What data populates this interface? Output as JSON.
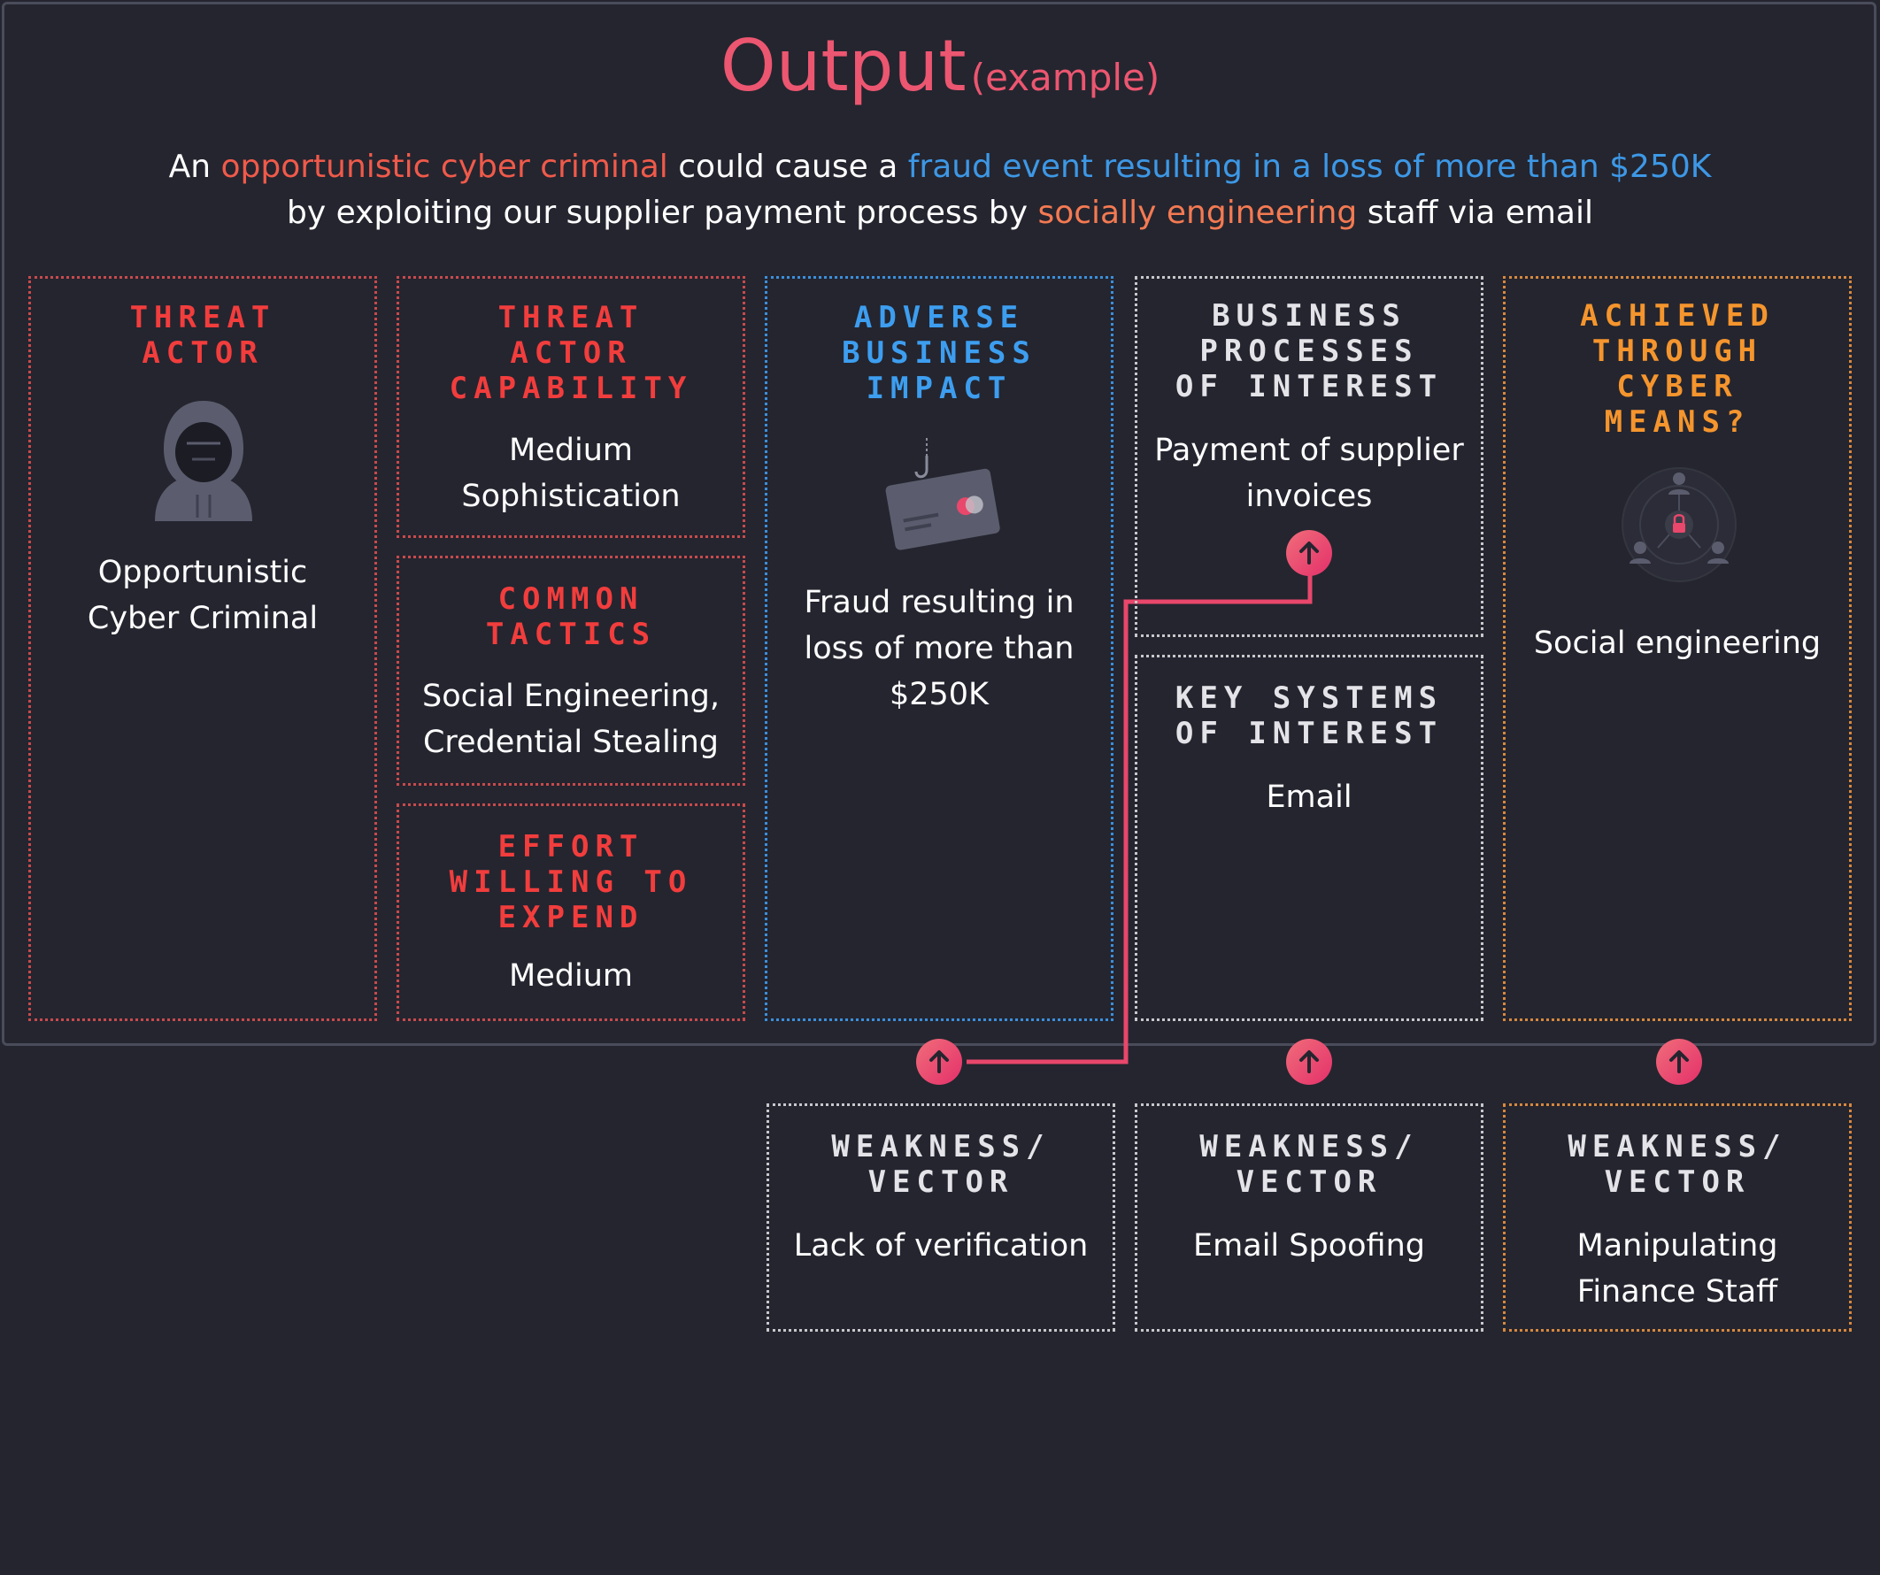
{
  "title": {
    "main": "Output",
    "sub": "(example)"
  },
  "sentence": {
    "p1": "An ",
    "actor": "opportunistic cyber criminal",
    "p2": " could cause a ",
    "impact": "fraud event resulting in a loss of more than $250K",
    "p3": "by exploiting our supplier payment process by ",
    "means": "socially engineering",
    "p4": " staff via email"
  },
  "threat_actor": {
    "heading": [
      "THREAT",
      "ACTOR"
    ],
    "value": [
      "Opportunistic",
      "Cyber Criminal"
    ],
    "icon": "hooded-hacker-icon"
  },
  "capability": {
    "heading": [
      "THREAT",
      "ACTOR",
      "CAPABILITY"
    ],
    "value": [
      "Medium",
      "Sophistication"
    ]
  },
  "tactics": {
    "heading": [
      "COMMON",
      "TACTICS"
    ],
    "value": [
      "Social Engineering,",
      "Credential Stealing"
    ]
  },
  "effort": {
    "heading": [
      "EFFORT",
      "WILLING TO",
      "EXPEND"
    ],
    "value": "Medium"
  },
  "impact": {
    "heading": [
      "ADVERSE",
      "BUSINESS",
      "IMPACT"
    ],
    "value": [
      "Fraud resulting in",
      "loss of more than",
      "$250K"
    ],
    "icon": "phishing-credit-card-icon"
  },
  "processes": {
    "heading": [
      "BUSINESS",
      "PROCESSES",
      "OF INTEREST"
    ],
    "value": [
      "Payment of supplier",
      "invoices"
    ]
  },
  "systems": {
    "heading": [
      "KEY SYSTEMS",
      "OF INTEREST"
    ],
    "value": "Email"
  },
  "means": {
    "heading": [
      "ACHIEVED",
      "THROUGH",
      "CYBER",
      "MEANS?"
    ],
    "value": "Social engineering",
    "icon": "people-network-lock-icon"
  },
  "weaknesses": [
    {
      "heading": [
        "WEAKNESS/",
        "VECTOR"
      ],
      "value": [
        "Lack of verification"
      ]
    },
    {
      "heading": [
        "WEAKNESS/",
        "VECTOR"
      ],
      "value": [
        "Email Spoofing"
      ]
    },
    {
      "heading": [
        "WEAKNESS/",
        "VECTOR"
      ],
      "value": [
        "Manipulating",
        "Finance Staff"
      ]
    }
  ],
  "colors": {
    "background": "#24252f",
    "title": "#ec5670",
    "red": "#f23d3d",
    "blue": "#3d9ef0",
    "orange": "#f5952d",
    "connector": "#e9476b"
  }
}
